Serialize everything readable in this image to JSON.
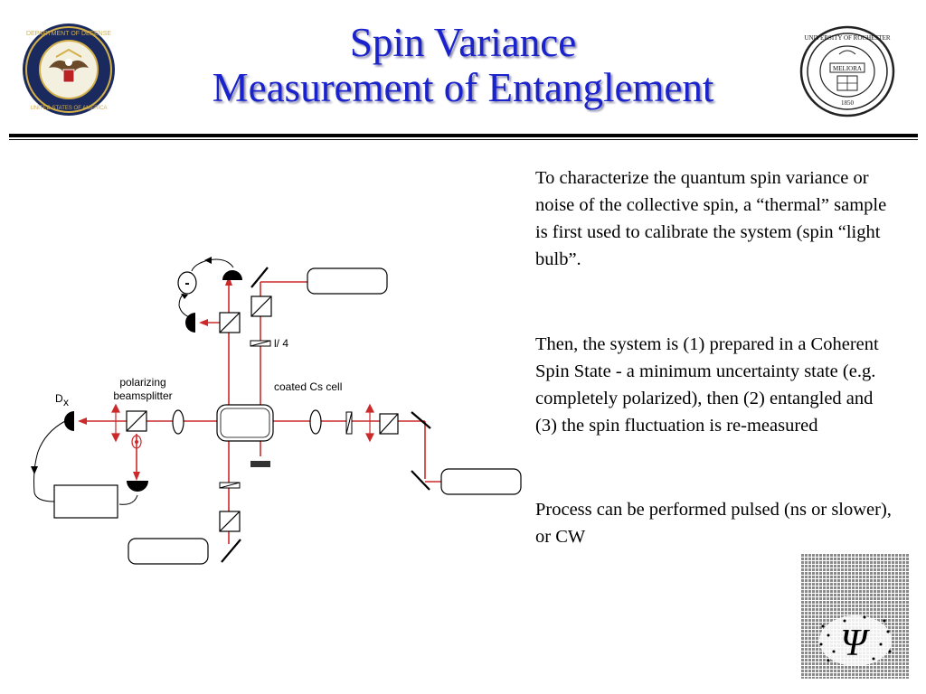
{
  "title": {
    "line1": "Spin Variance",
    "line2": "Measurement of Entanglement"
  },
  "logos": {
    "left": "Department of Defense seal",
    "right": "University of Rochester seal",
    "left_text": "DEPARTMENT OF DEFENSE · UNITED STATES OF AMERICA",
    "right_text": "UNIVERSITY OF ROCHESTER",
    "right_motto": "MELIORA",
    "right_year": "1850",
    "psi_logo": "Ψ"
  },
  "diagram": {
    "minus_sign": "-",
    "lambda_label": "l/ 4",
    "cell_label": "coated Cs cell",
    "pbs_label_1": "polarizing",
    "pbs_label_2": "beamsplitter",
    "detector_label": "D",
    "detector_sub": "x",
    "beam_color": "#cc2a2a"
  },
  "text": {
    "para1": "To characterize the quantum spin variance or noise of the collective spin, a “thermal” sample is first used to calibrate the system (spin “light bulb”.",
    "para2": "Then, the system is (1) prepared in a Coherent Spin State - a minimum uncertainty state  (e.g. completely polarized), then (2) entangled and (3) the spin fluctuation is re-measured",
    "para3": "Process can be performed pulsed (ns or slower), or CW"
  }
}
